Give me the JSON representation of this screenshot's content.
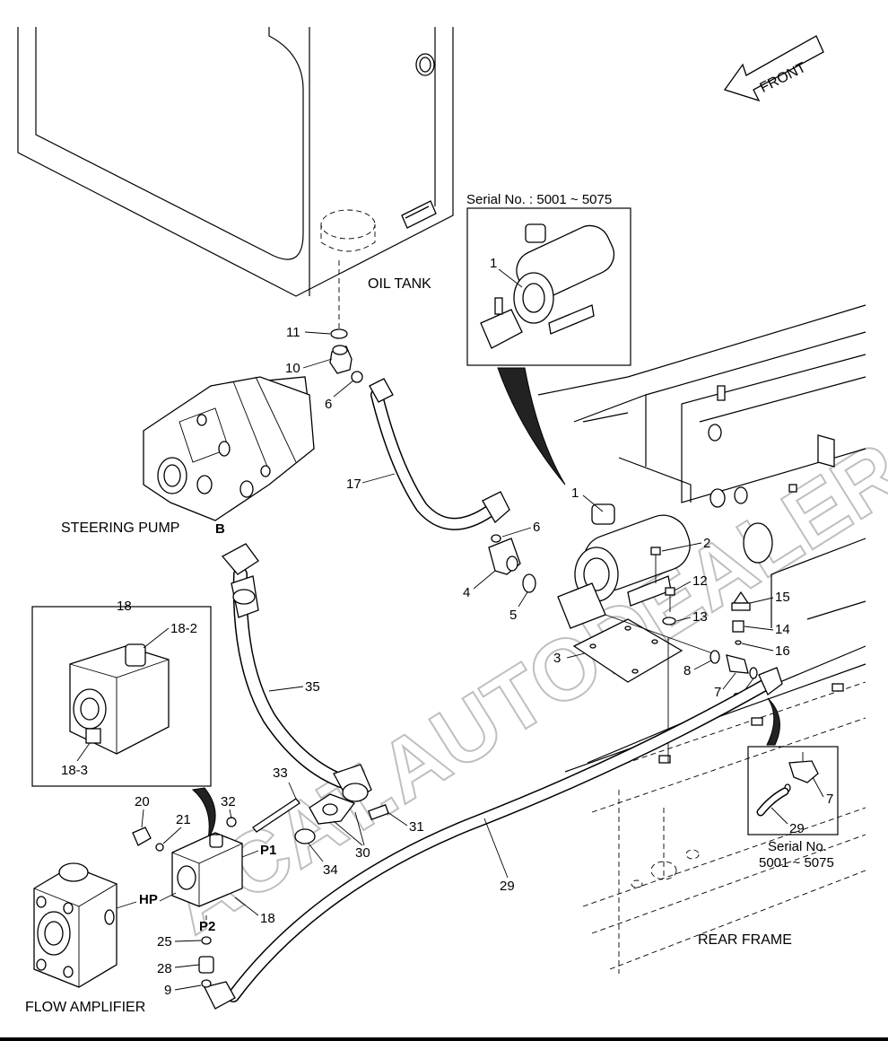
{
  "labels": {
    "oil_tank": "OIL TANK",
    "steering_pump": "STEERING PUMP",
    "flow_amplifier": "FLOW AMPLIFIER",
    "rear_frame": "REAR FRAME",
    "front": "FRONT",
    "port_b": "B",
    "port_hp": "HP",
    "port_p1": "P1",
    "port_p2": "P2"
  },
  "inset_top": {
    "title": "Serial No. : 5001 ~ 5075",
    "callout": "1"
  },
  "inset_right": {
    "title_line1": "Serial No.",
    "title_line2": "5001 ~ 5075",
    "callouts": [
      "7",
      "29"
    ]
  },
  "inset_left": {
    "callouts": [
      "18",
      "18-2",
      "18-3"
    ]
  },
  "watermark": "ACAT.AUTODEALER.RU",
  "callouts": {
    "c1": "1",
    "c2": "2",
    "c3": "3",
    "c4": "4",
    "c5": "5",
    "c6a": "6",
    "c6b": "6",
    "c7": "7",
    "c8": "8",
    "c9a": "9",
    "c9b": "9",
    "c10": "10",
    "c11": "11",
    "c12": "12",
    "c13": "13",
    "c14": "14",
    "c15": "15",
    "c16": "16",
    "c17": "17",
    "c18": "18",
    "c20": "20",
    "c21": "21",
    "c25": "25",
    "c28": "28",
    "c29": "29",
    "c30": "30",
    "c31": "31",
    "c32": "32",
    "c33": "33",
    "c34": "34",
    "c35": "35"
  }
}
